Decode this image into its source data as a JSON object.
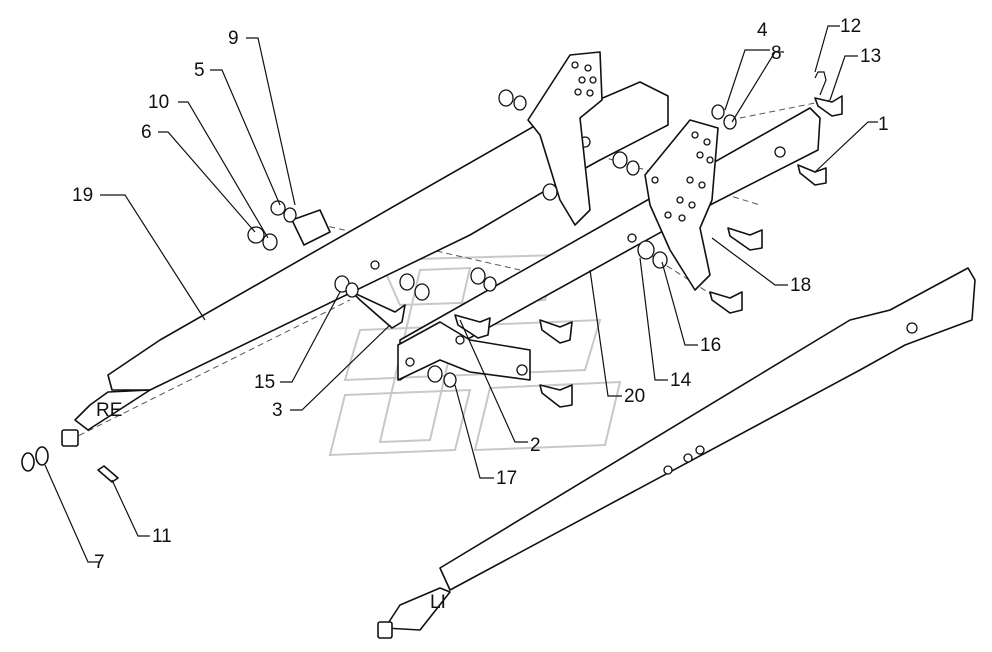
{
  "drawing": {
    "side_labels": {
      "right": "RE",
      "left": "LI"
    },
    "callouts": [
      {
        "id": "c1",
        "label": "1"
      },
      {
        "id": "c2",
        "label": "2"
      },
      {
        "id": "c3",
        "label": "3"
      },
      {
        "id": "c4",
        "label": "4"
      },
      {
        "id": "c5",
        "label": "5"
      },
      {
        "id": "c6",
        "label": "6"
      },
      {
        "id": "c7",
        "label": "7"
      },
      {
        "id": "c8",
        "label": "8"
      },
      {
        "id": "c9",
        "label": "9"
      },
      {
        "id": "c10",
        "label": "10"
      },
      {
        "id": "c11",
        "label": "11"
      },
      {
        "id": "c12",
        "label": "12"
      },
      {
        "id": "c13",
        "label": "13"
      },
      {
        "id": "c14",
        "label": "14"
      },
      {
        "id": "c15",
        "label": "15"
      },
      {
        "id": "c16",
        "label": "16"
      },
      {
        "id": "c17",
        "label": "17"
      },
      {
        "id": "c18",
        "label": "18"
      },
      {
        "id": "c19",
        "label": "19"
      },
      {
        "id": "c20",
        "label": "20"
      }
    ]
  }
}
